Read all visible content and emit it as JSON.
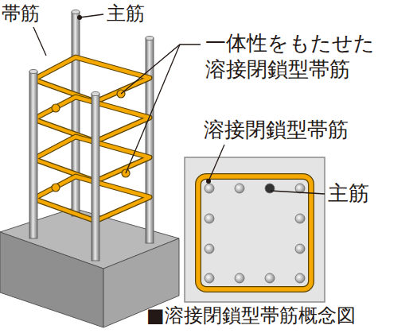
{
  "diagram": {
    "caption": "■溶接閉鎖型帯筋概念図",
    "labels": [
      "帯筋",
      "主筋",
      "一体性をもたせた 溶接閉鎖型帯筋",
      "溶接閉鎖型帯筋",
      "主筋"
    ]
  }
}
